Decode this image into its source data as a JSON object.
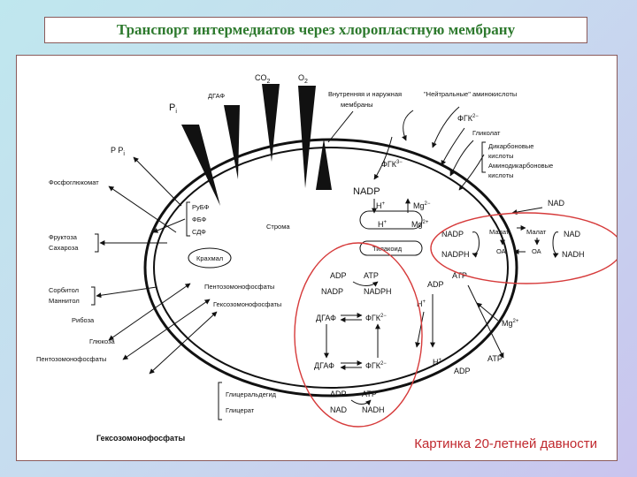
{
  "title": "Транспорт интермедиатов через хлоропластную мембрану",
  "caption": "Картинка 20-летней давности",
  "colors": {
    "title": "#2e7a2e",
    "caption": "#c0282e",
    "highlight_ellipse": "#d63a3a"
  },
  "labels": {
    "pi": "P",
    "pi_sub": "i",
    "dgaf_top": "ДГАФ",
    "co2": "CO",
    "co2_sub": "2",
    "o2": "O",
    "o2_sub": "2",
    "membranes_1": "Внутренняя и наружная",
    "membranes_2": "мембраны",
    "neutral_aa": "\"Нейтральные\" аминокислоты",
    "fgk2_top": "ФГК",
    "fgk2_top_sup": "2−",
    "glycolate": "Гликолат",
    "dicarb_1": "Дикарбоновые",
    "dicarb_2": "кислоты",
    "dicarb_3": "Аминодикарбоновые",
    "dicarb_4": "кислоты",
    "ppi": "P P",
    "ppi_sub": "i",
    "fosfoglukomat": "Фосфоглюкомат",
    "fgk3": "ФГК",
    "fgk3_sup": "3−",
    "nadp_top": "NADP",
    "rubf": "РуБФ",
    "fbf": "ФБФ",
    "sdf": "СДФ",
    "stroma": "Строма",
    "hplus_1": "H",
    "hplus_1_sup": "+",
    "mg_1": "Mg",
    "mg_1_sup": "2−",
    "hplus_2": "H",
    "hplus_2_sup": "+",
    "mg_2": "Mg",
    "mg_2_sup": "2+",
    "thylakoid": "Тилакоид",
    "nad_right": "NAD",
    "fructose_1": "Фруктоза",
    "fructose_2": "Сахароза",
    "starch": "Крахмал",
    "nadp_mid": "NADP",
    "nadph_mid": "NADPH",
    "malat_1": "Малат",
    "oa_1": "ОА",
    "malat_2": "Малат",
    "oa_2": "ОА",
    "nad_r2": "NAD",
    "nadh_r2": "NADH",
    "sorbitol_1": "Сорбитол",
    "sorbitol_2": "Маннитол",
    "pentoso_in": "Пентозомонофосфаты",
    "hexoso_in": "Гексозомонофосфаты",
    "adp_a": "ADP",
    "atp_a": "ATP",
    "nadp_a": "NADP",
    "nadph_a": "NADPH",
    "adp_r": "ADP",
    "hplus_r": "H",
    "hplus_r_sup": "+",
    "atp_r": "ATP",
    "dgaf_1": "ДГАФ",
    "fgk_1": "ФГК",
    "fgk_1_sup": "2−",
    "ribose": "Рибоза",
    "glucose": "Глюкоза",
    "pentoso_out": "Пентозомонофосфаты",
    "mg_r": "Mg",
    "mg_r_sup": "2+",
    "dgaf_2": "ДГАФ",
    "fgk_2": "ФГК",
    "fgk_2_sup": "2−",
    "hplus_b": "H",
    "hplus_b_sup": "+",
    "adp_b": "ADP",
    "atp_b": "ATP",
    "adp_c": "ADP",
    "atp_c": "ATP",
    "nad_c": "NAD",
    "nadh_c": "NADH",
    "glyceraldehyde": "Глицеральдегид",
    "glycerate": "Глицерат",
    "hexoso_out": "Гексозомонофосфаты"
  }
}
